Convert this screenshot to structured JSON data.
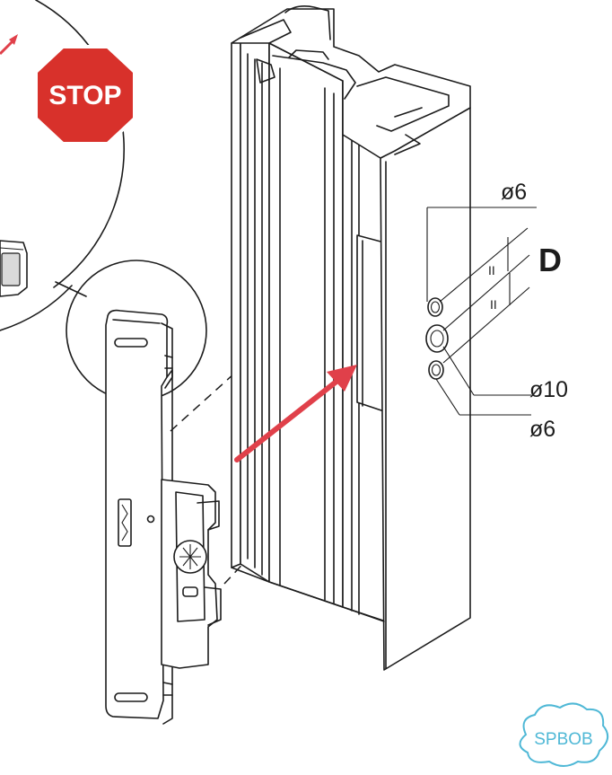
{
  "stop_sign": {
    "text": "STOP",
    "color": "#d8312b"
  },
  "detail_label": "D",
  "dimensions": {
    "top_hole": "ø6",
    "middle_hole": "ø10",
    "bottom_hole": "ø6",
    "equal_mark_1": "II",
    "equal_mark_2": "II"
  },
  "watermark": {
    "text": "SPBOB",
    "color": "#4fb8d6"
  },
  "colors": {
    "arrow": "#e0404a",
    "line": "#1c1c1c"
  }
}
